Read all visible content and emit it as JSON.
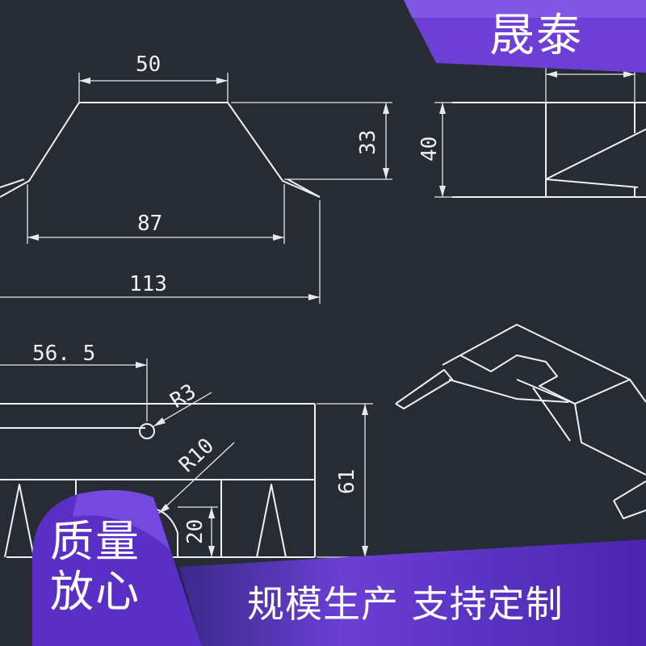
{
  "brand": {
    "name": "晟泰",
    "accent_color": "#6b3fd1",
    "band_color": "#5b2fc0"
  },
  "badge": {
    "line1": "质量",
    "line2": "放心"
  },
  "slogan": "规模生产 支持定制",
  "drawing": {
    "background": "#262b34",
    "line_color": "#eef0f2",
    "dimensions": {
      "top_width": "50",
      "height_33": "33",
      "base_87": "87",
      "overall_113": "113",
      "side_height": "40",
      "offset": "56. 5",
      "radius_small": "R3",
      "radius_large": "R10",
      "height_61": "61",
      "height_20": "20"
    }
  }
}
